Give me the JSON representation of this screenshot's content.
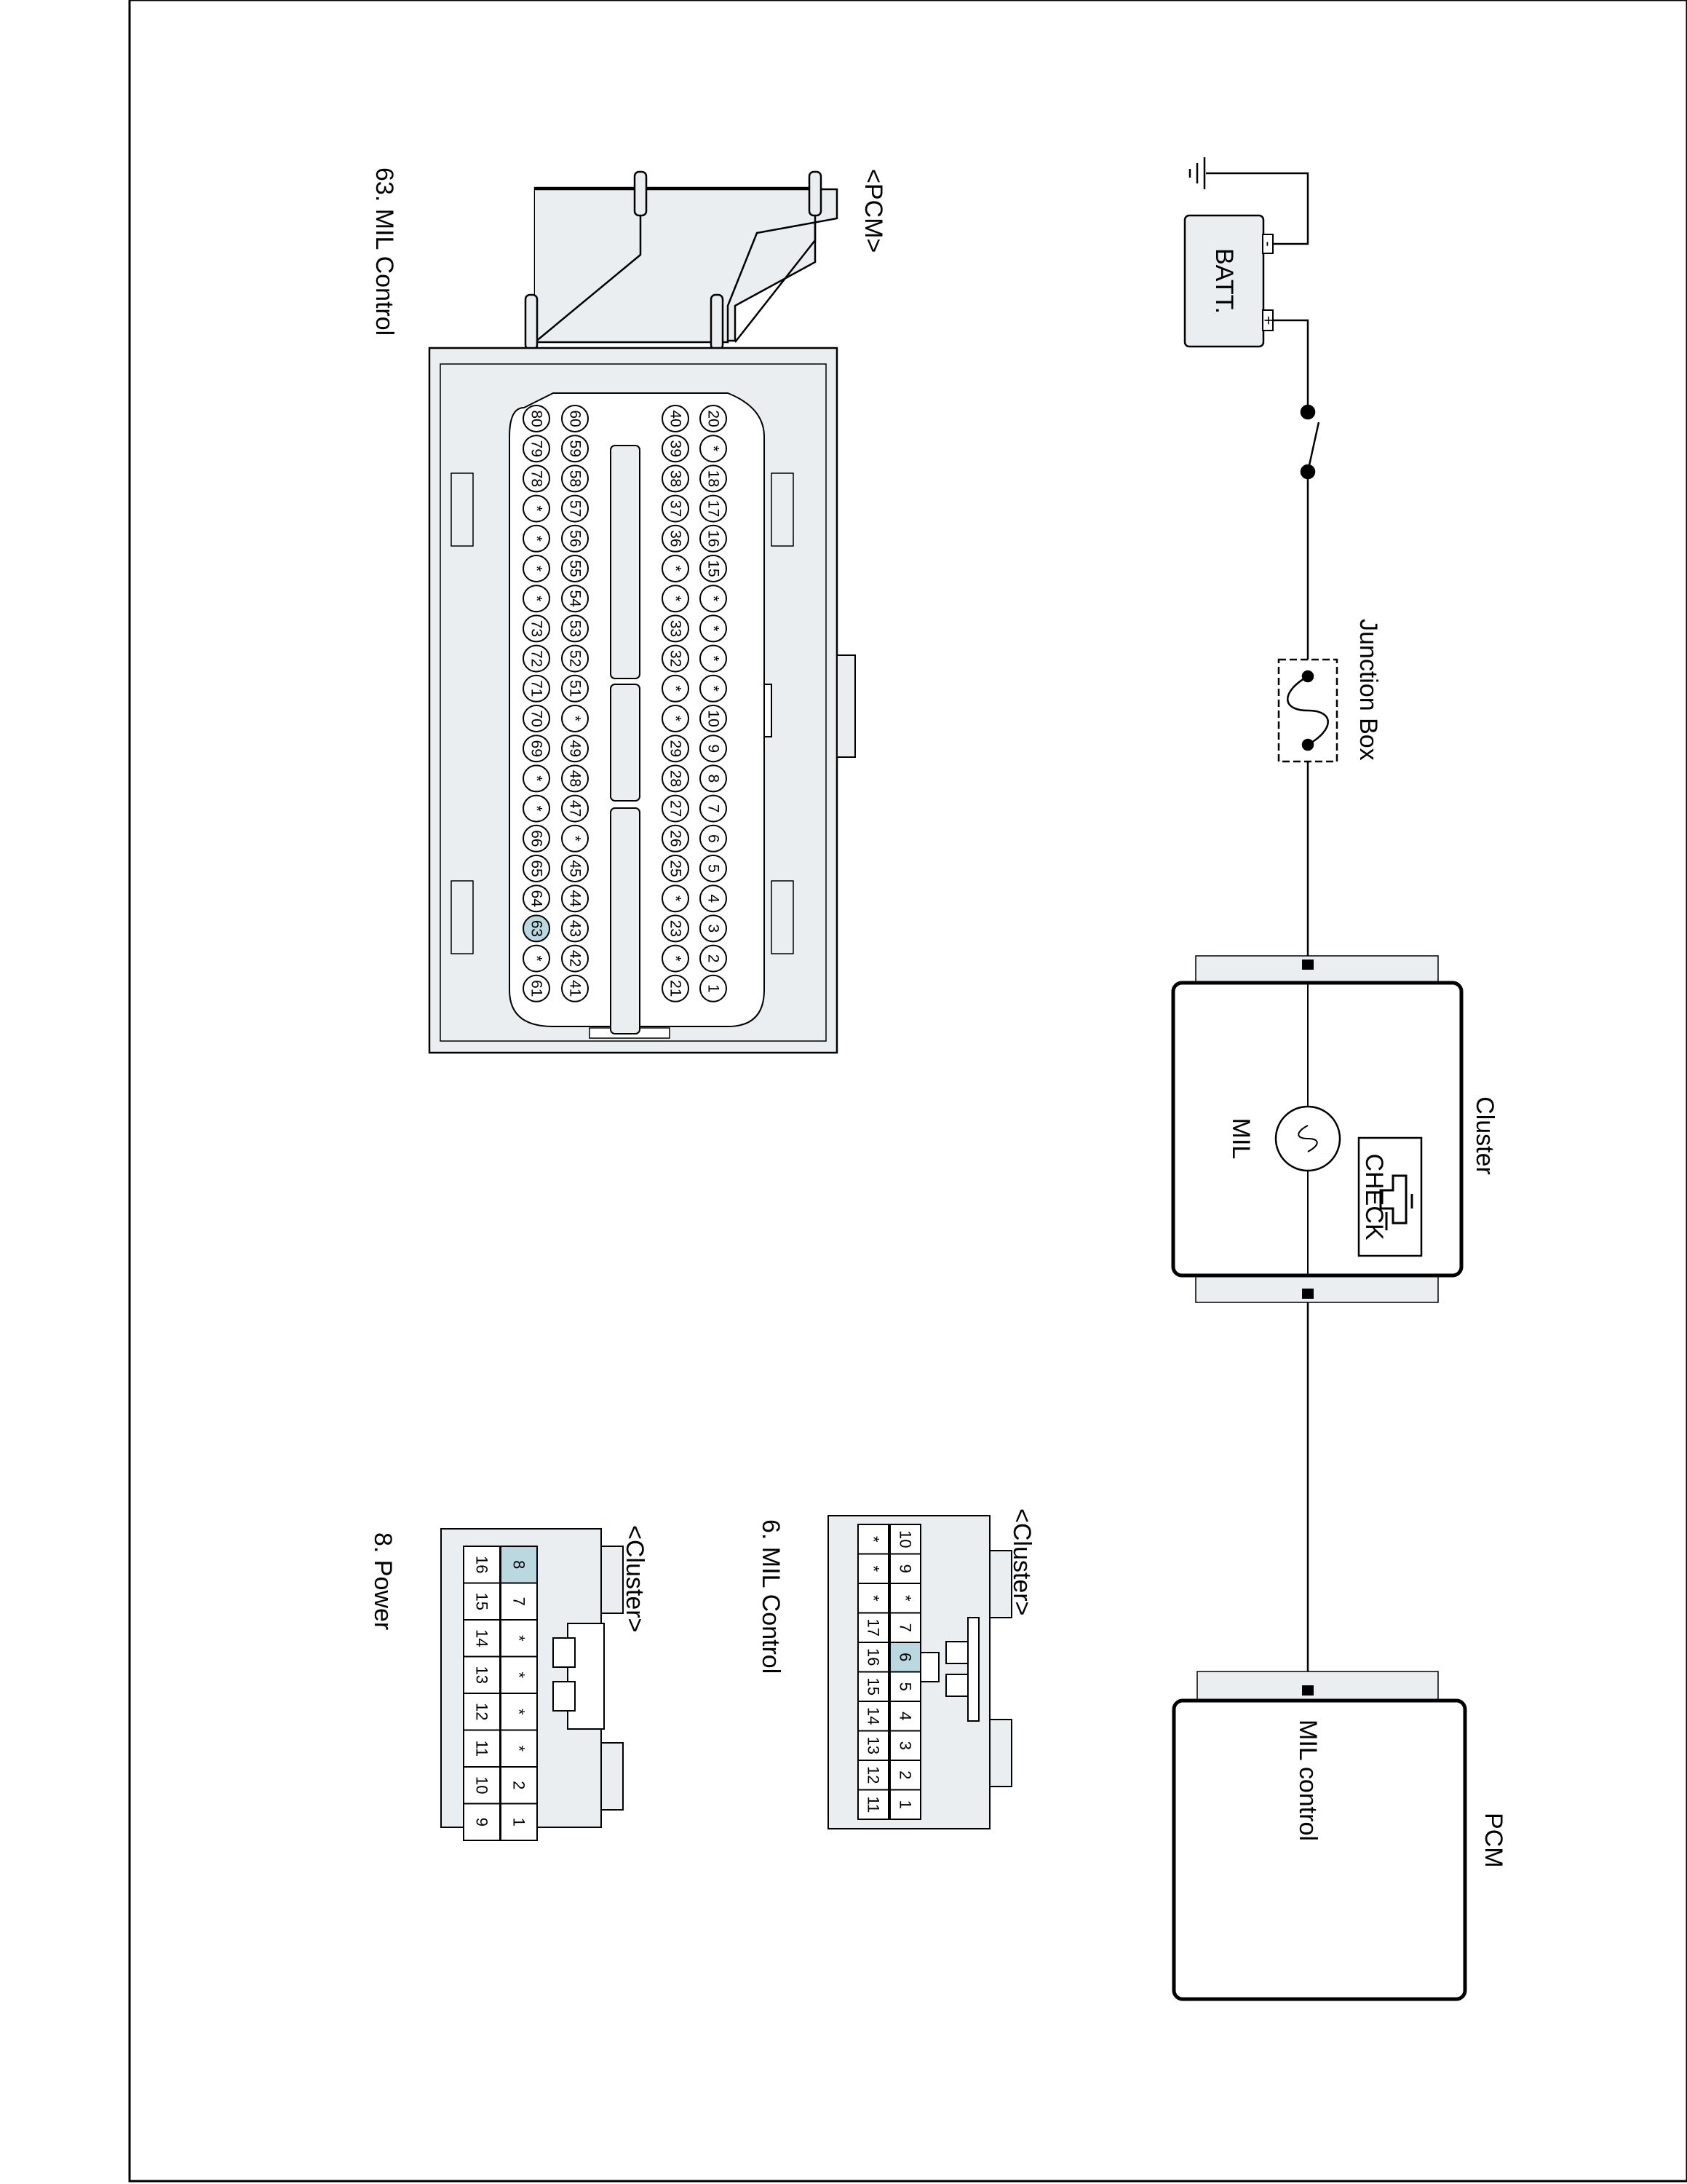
{
  "schematic": {
    "battery": "BATT.",
    "battery_minus": "-",
    "battery_plus": "+",
    "junction_box": "Junction Box",
    "cluster": "Cluster",
    "check_lamp": "CHECK",
    "mil": "MIL",
    "pcm": "PCM",
    "mil_control": "MIL control"
  },
  "pcm_connector": {
    "header": "<PCM>",
    "caption": "63. MIL Control",
    "highlight_pin": "63",
    "rows": [
      [
        "20",
        "*",
        "18",
        "17",
        "16",
        "15",
        "*",
        "*",
        "*",
        "*",
        "10",
        "9",
        "8",
        "7",
        "6",
        "5",
        "4",
        "3",
        "2",
        "1"
      ],
      [
        "40",
        "39",
        "38",
        "37",
        "36",
        "*",
        "*",
        "33",
        "32",
        "*",
        "*",
        "29",
        "28",
        "27",
        "26",
        "25",
        "*",
        "23",
        "*",
        "21"
      ],
      [
        "60",
        "59",
        "58",
        "57",
        "56",
        "55",
        "54",
        "53",
        "52",
        "51",
        "*",
        "49",
        "48",
        "47",
        "*",
        "45",
        "44",
        "43",
        "42",
        "41"
      ],
      [
        "80",
        "79",
        "78",
        "*",
        "*",
        "*",
        "*",
        "73",
        "72",
        "71",
        "70",
        "69",
        "*",
        "*",
        "66",
        "65",
        "64",
        "63",
        "*",
        "61"
      ]
    ]
  },
  "cluster_connector_a": {
    "header": "<Cluster>",
    "caption": "6. MIL Control",
    "highlight_pin": "6",
    "rows": [
      [
        "10",
        "9",
        "*",
        "7",
        "6",
        "5",
        "4",
        "3",
        "2",
        "1"
      ],
      [
        "*",
        "*",
        "*",
        "17",
        "16",
        "15",
        "14",
        "13",
        "12",
        "11"
      ]
    ]
  },
  "cluster_connector_b": {
    "header": "<Cluster>",
    "caption": "8. Power",
    "highlight_pin": "8",
    "rows": [
      [
        "8",
        "7",
        "*",
        "*",
        "*",
        "*",
        "2",
        "1"
      ],
      [
        "16",
        "15",
        "14",
        "13",
        "12",
        "11",
        "10",
        "9"
      ]
    ]
  },
  "colors": {
    "line": "#000000",
    "box_fill": "#ffffff",
    "connector_fill": "#ebeef0",
    "highlight": "#b9d8e0"
  }
}
